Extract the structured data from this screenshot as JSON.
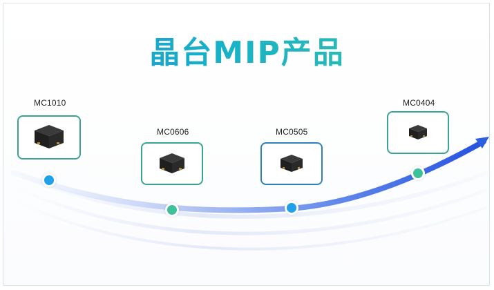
{
  "title": "晶台MIP产品",
  "products": [
    {
      "label": "MC1010"
    },
    {
      "label": "MC0606"
    },
    {
      "label": "MC0505"
    },
    {
      "label": "MC0404"
    }
  ],
  "colors": {
    "teal": "#3aa392",
    "blue": "#1fa0e8",
    "arrow": "#2c5fe0"
  }
}
